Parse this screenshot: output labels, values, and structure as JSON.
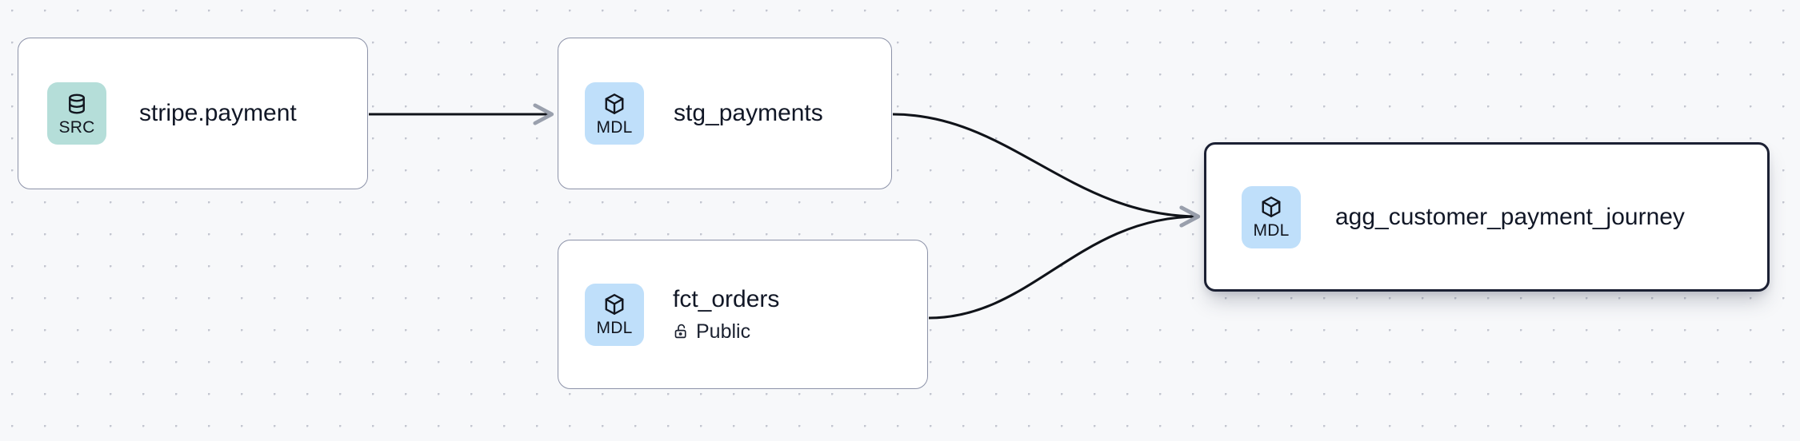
{
  "canvas": {
    "background_color": "#f7f8fa",
    "dot_color": "#c3c6d0",
    "edge_color": "#101319",
    "arrowhead_color": "#9aa0ad"
  },
  "badges": {
    "src": {
      "label": "SRC",
      "color": "#b5ded9",
      "icon": "database-icon"
    },
    "mdl": {
      "label": "MDL",
      "color": "#bfdffa",
      "icon": "cube-icon"
    }
  },
  "nodes": [
    {
      "id": "stripe-payment",
      "title": "stripe.payment",
      "badge_label": "SRC",
      "badge_icon": "database-icon",
      "selected": false,
      "subtitle": null
    },
    {
      "id": "stg-payments",
      "title": "stg_payments",
      "badge_label": "MDL",
      "badge_icon": "cube-icon",
      "selected": false,
      "subtitle": null
    },
    {
      "id": "fct-orders",
      "title": "fct_orders",
      "badge_label": "MDL",
      "badge_icon": "cube-icon",
      "selected": false,
      "subtitle": "Public",
      "subtitle_icon": "unlock-icon"
    },
    {
      "id": "agg-customer-payment-journey",
      "title": "agg_customer_payment_journey",
      "badge_label": "MDL",
      "badge_icon": "cube-icon",
      "selected": true,
      "subtitle": null
    }
  ],
  "edges": [
    {
      "id": "edge-stripe-to-stg",
      "from": "stripe-payment",
      "to": "stg-payments",
      "style": "straight"
    },
    {
      "id": "edge-stg-to-agg",
      "from": "stg-payments",
      "to": "agg-customer-payment-journey",
      "style": "bezier"
    },
    {
      "id": "edge-fct-to-agg",
      "from": "fct-orders",
      "to": "agg-customer-payment-journey",
      "style": "bezier"
    }
  ]
}
